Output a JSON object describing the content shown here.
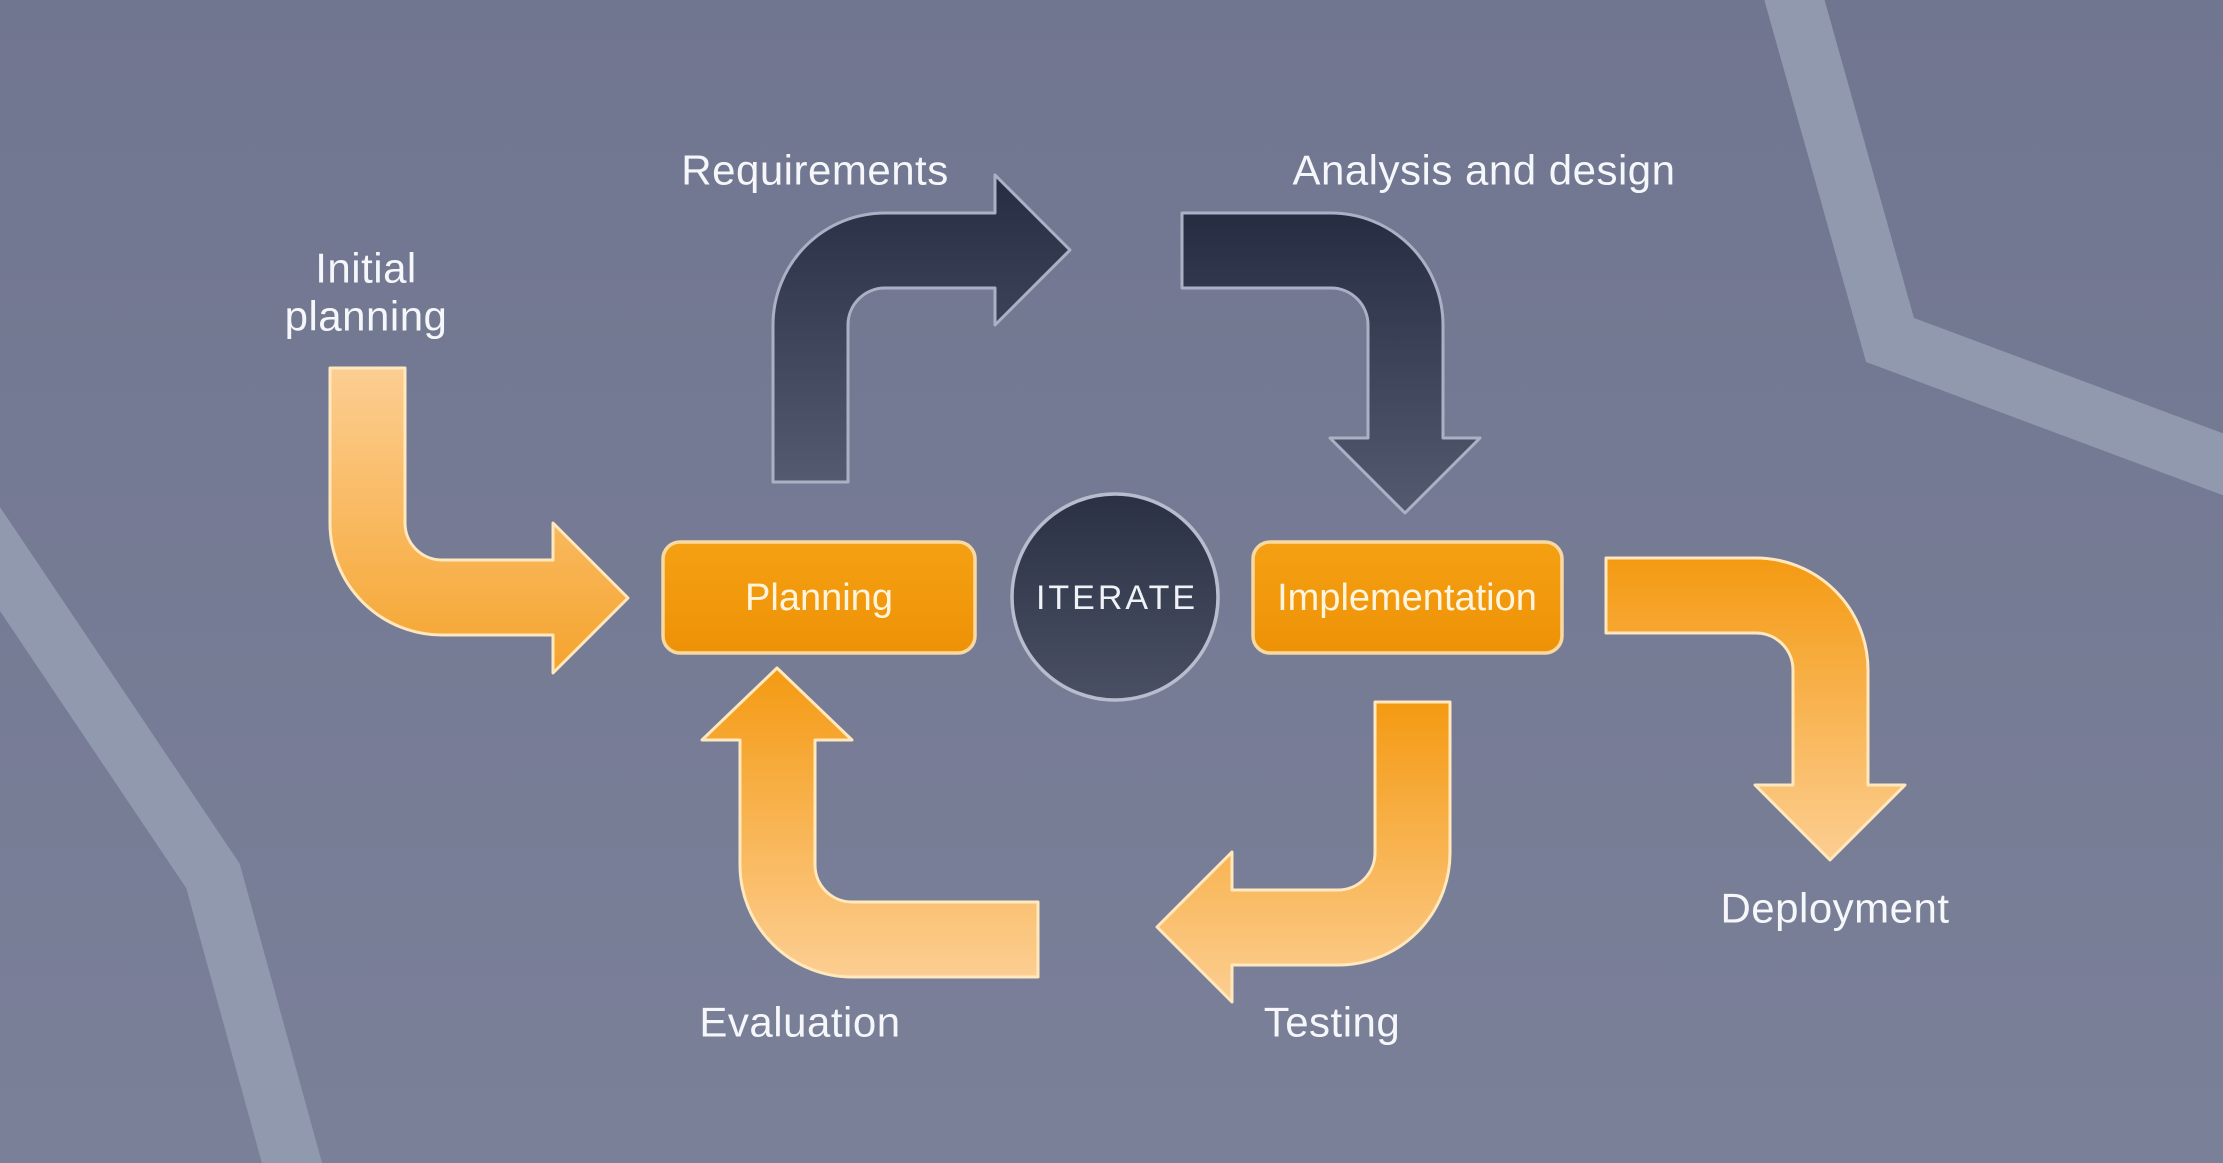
{
  "diagram_type": "iterative-development-cycle",
  "nodes": {
    "planning": {
      "label": "Planning"
    },
    "iterate": {
      "label": "ITERATE"
    },
    "implementation": {
      "label": "Implementation"
    }
  },
  "labels": {
    "initial_planning": {
      "line1": "Initial",
      "line2": "planning"
    },
    "requirements": "Requirements",
    "analysis_design": "Analysis and design",
    "deployment": "Deployment",
    "testing": "Testing",
    "evaluation": "Evaluation"
  },
  "arrows": [
    {
      "name": "initial-planning-arrow",
      "color": "orange",
      "shape": "elbow down-then-right",
      "points_to": "Planning"
    },
    {
      "name": "requirements-arrow",
      "color": "navy",
      "shape": "elbow up-then-right",
      "points_to": "Analysis and design"
    },
    {
      "name": "analysis-design-arrow",
      "color": "navy",
      "shape": "elbow right-then-down",
      "points_to": "Implementation"
    },
    {
      "name": "deployment-arrow",
      "color": "orange",
      "shape": "elbow right-then-down",
      "points_to": "Deployment"
    },
    {
      "name": "testing-arrow",
      "color": "orange",
      "shape": "elbow down-then-left",
      "points_to": "Evaluation"
    },
    {
      "name": "evaluation-arrow",
      "color": "orange",
      "shape": "elbow left-then-up",
      "points_to": "Planning"
    }
  ],
  "colors": {
    "background_top": "#717690",
    "background_bottom": "#7b8099",
    "hexagon_line": "#9099ae",
    "orange_dark": "#f49a12",
    "orange_light": "#fcce92",
    "orange_outline": "#ffe8be",
    "navy_dark": "#262c41",
    "navy_light": "#545a70",
    "navy_outline": "#abb1c5",
    "node_fill_top": "#f5a013",
    "node_fill_bottom": "#ee9207",
    "node_border": "#f9d9a2",
    "circle_fill_top": "#2b3144",
    "circle_fill_bottom": "#4a5063",
    "circle_border": "#b7bdce",
    "label_text": "#f6f7fa",
    "node_text": "#fff5de"
  }
}
